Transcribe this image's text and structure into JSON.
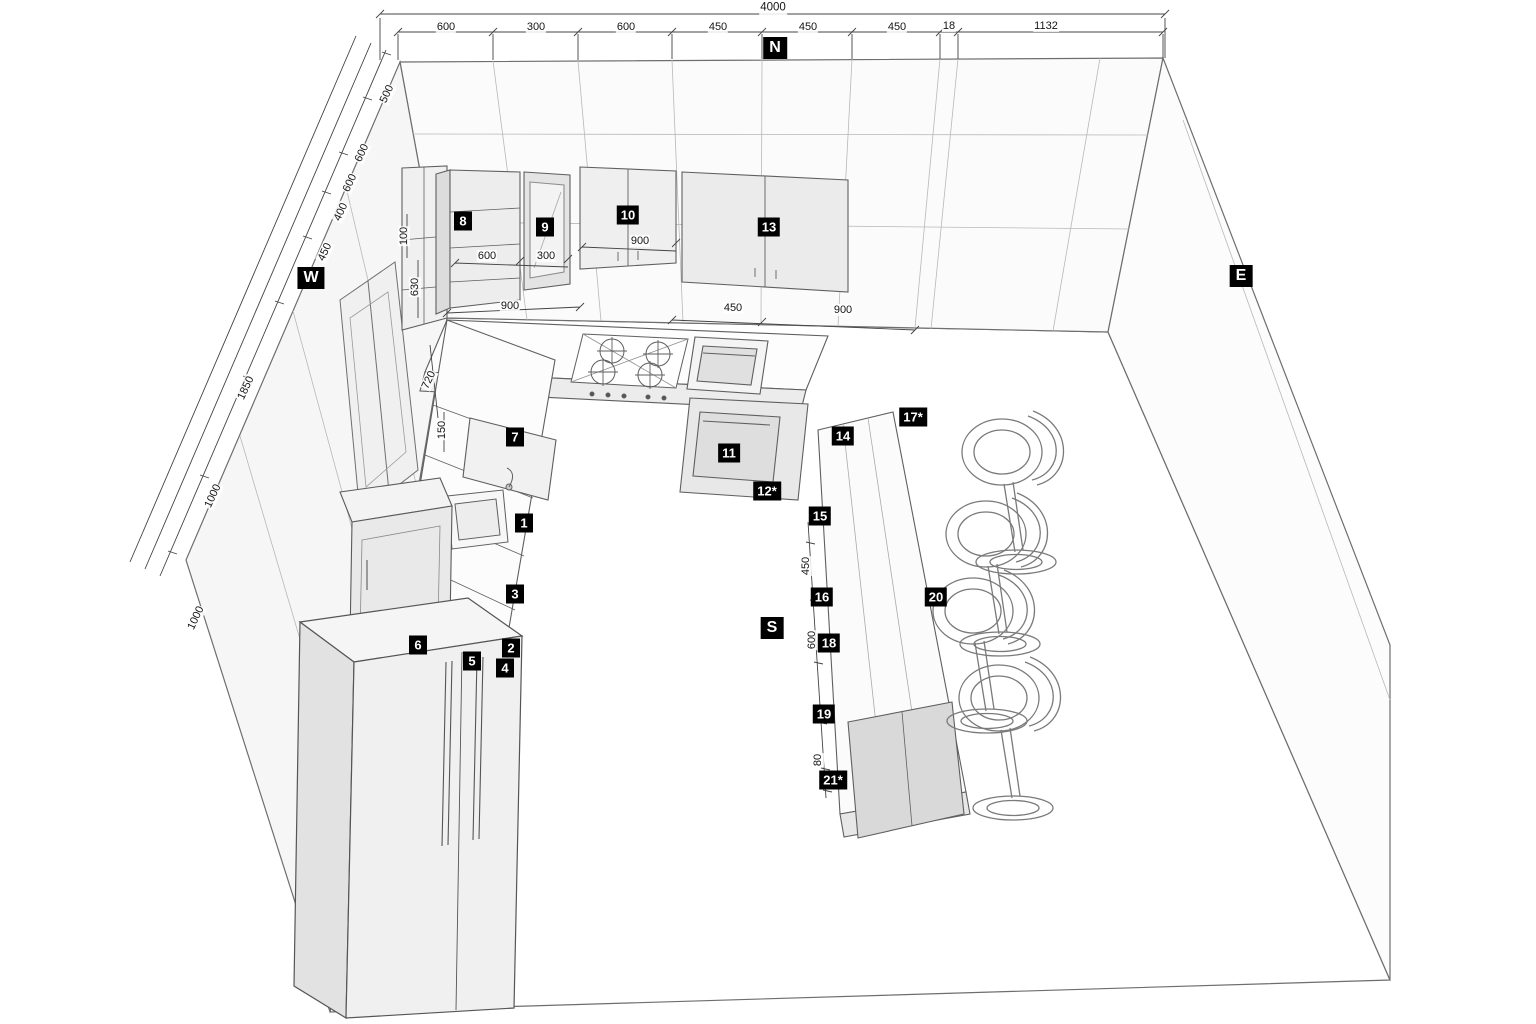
{
  "palette": {
    "marker_bg": "#000000",
    "marker_text": "#ffffff",
    "line_color": "#6e6e6e",
    "paper": "#ffffff"
  },
  "compass": [
    {
      "label": "N"
    },
    {
      "label": "S"
    },
    {
      "label": "E"
    },
    {
      "label": "W"
    }
  ],
  "markers": [
    {
      "label": "1"
    },
    {
      "label": "2"
    },
    {
      "label": "3"
    },
    {
      "label": "4"
    },
    {
      "label": "5"
    },
    {
      "label": "6"
    },
    {
      "label": "7"
    },
    {
      "label": "8"
    },
    {
      "label": "9"
    },
    {
      "label": "10"
    },
    {
      "label": "11"
    },
    {
      "label": "12*"
    },
    {
      "label": "13"
    },
    {
      "label": "14"
    },
    {
      "label": "15"
    },
    {
      "label": "16"
    },
    {
      "label": "17*"
    },
    {
      "label": "18"
    },
    {
      "label": "19"
    },
    {
      "label": "20"
    },
    {
      "label": "21*"
    }
  ],
  "dims": [
    {
      "v": "4000"
    },
    {
      "v": "600"
    },
    {
      "v": "300"
    },
    {
      "v": "600"
    },
    {
      "v": "450"
    },
    {
      "v": "450"
    },
    {
      "v": "450"
    },
    {
      "v": "18"
    },
    {
      "v": "1132"
    },
    {
      "v": "500"
    },
    {
      "v": "600"
    },
    {
      "v": "400"
    },
    {
      "v": "450"
    },
    {
      "v": "1850"
    },
    {
      "v": "1000"
    },
    {
      "v": "1000"
    },
    {
      "v": "100"
    },
    {
      "v": "630"
    },
    {
      "v": "720"
    },
    {
      "v": "150"
    },
    {
      "v": "600"
    },
    {
      "v": "300"
    },
    {
      "v": "900"
    },
    {
      "v": "900"
    },
    {
      "v": "450"
    },
    {
      "v": "900"
    },
    {
      "v": "450"
    },
    {
      "v": "600"
    },
    {
      "v": "80"
    },
    {
      "v": "600"
    }
  ]
}
